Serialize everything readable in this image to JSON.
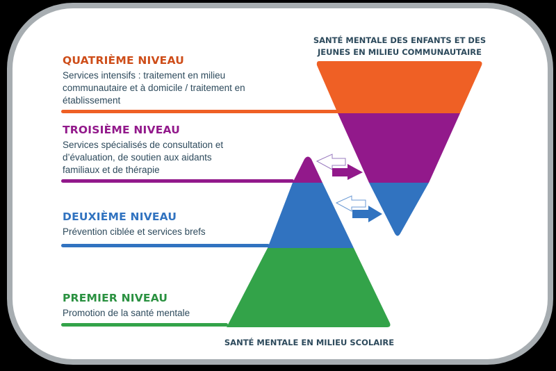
{
  "colors": {
    "level4": "#ef6025",
    "level3": "#92198b",
    "level2": "#3173c0",
    "level1": "#33a349",
    "text": "#2d4a5c",
    "border": "#a7adb1"
  },
  "inverted_triangle": {
    "caption_line1": "SANTÉ MENTALE DES ENFANTS ET DES",
    "caption_line2": "JEUNES EN MILIEU COMMUNAUTAIRE"
  },
  "pyramid": {
    "caption": "SANTÉ MENTALE EN MILIEU SCOLAIRE"
  },
  "levels": [
    {
      "title": "QUATRIÈME NIVEAU",
      "desc_lines": [
        "Services intensifs : traitement en milieu",
        "communautaire et à domicile / traitement en",
        "établissement"
      ]
    },
    {
      "title": "TROISIÈME NIVEAU",
      "desc_lines": [
        "Services spécialisés de consultation et",
        "d’évaluation, de soutien aux aidants",
        "familiaux et de thérapie"
      ]
    },
    {
      "title": "DEUXIÈME NIVEAU",
      "desc_lines": [
        "Prévention ciblée et services brefs"
      ]
    },
    {
      "title": "PREMIER NIVEAU",
      "desc_lines": [
        "Promotion de la santé mentale"
      ]
    }
  ],
  "arrows": [
    {
      "name": "exchange-arrows-level3",
      "direction": "bidirectional"
    },
    {
      "name": "exchange-arrows-level2",
      "direction": "bidirectional"
    }
  ]
}
